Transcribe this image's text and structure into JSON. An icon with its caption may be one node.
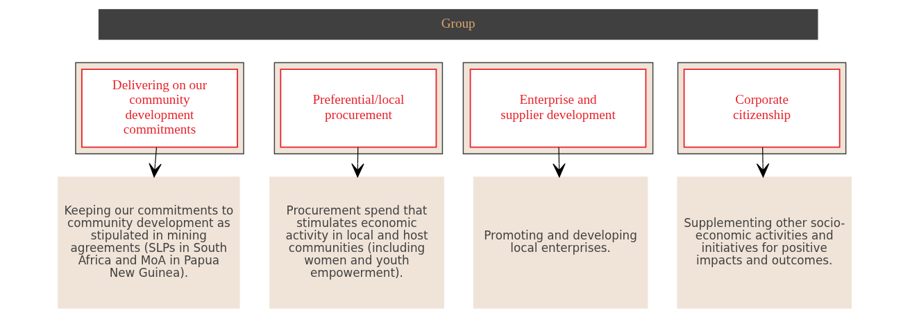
{
  "diagram": {
    "nodes": [
      {
        "text": [
          "Group"
        ]
      },
      {
        "text": [],
        "shape": "box"
      },
      {
        "text": [
          "Delivering on our community development commitments"
        ],
        "in": 1
      },
      {
        "text": [],
        "shape": "box"
      },
      {
        "text": [
          "Preferential/local procurement"
        ],
        "in": 3
      },
      {
        "text": [],
        "shape": "box"
      },
      {
        "text": [
          "Enterprise and supplier development"
        ],
        "in": 5
      },
      {
        "text": [],
        "shape": "box"
      },
      {
        "text": [
          "Corporate citizenship"
        ],
        "in": 7
      },
      {
        "text": [
          "Keeping our commitments to community development as stipulated in mining agreements (SLPs in South Africa and MoA in Papua New Guinea)."
        ]
      },
      {
        "text": [
          "Procurement spend that stimulates economic activity in local and host communities (including women and youth empowerment)."
        ]
      },
      {
        "text": [
          "Promoting and developing local enterprises."
        ]
      },
      {
        "text": [
          "Supplementing other socio-economic activities and initiatives for positive impacts and outcomes."
        ]
      }
    ],
    "edges": [
      {
        "from": 2,
        "to": 9,
        "arrow": "to"
      },
      {
        "from": 4,
        "to": 10,
        "arrow": "to"
      },
      {
        "from": 6,
        "to": 11,
        "arrow": "to"
      },
      {
        "from": 8,
        "to": 12,
        "arrow": "to"
      }
    ]
  }
}
